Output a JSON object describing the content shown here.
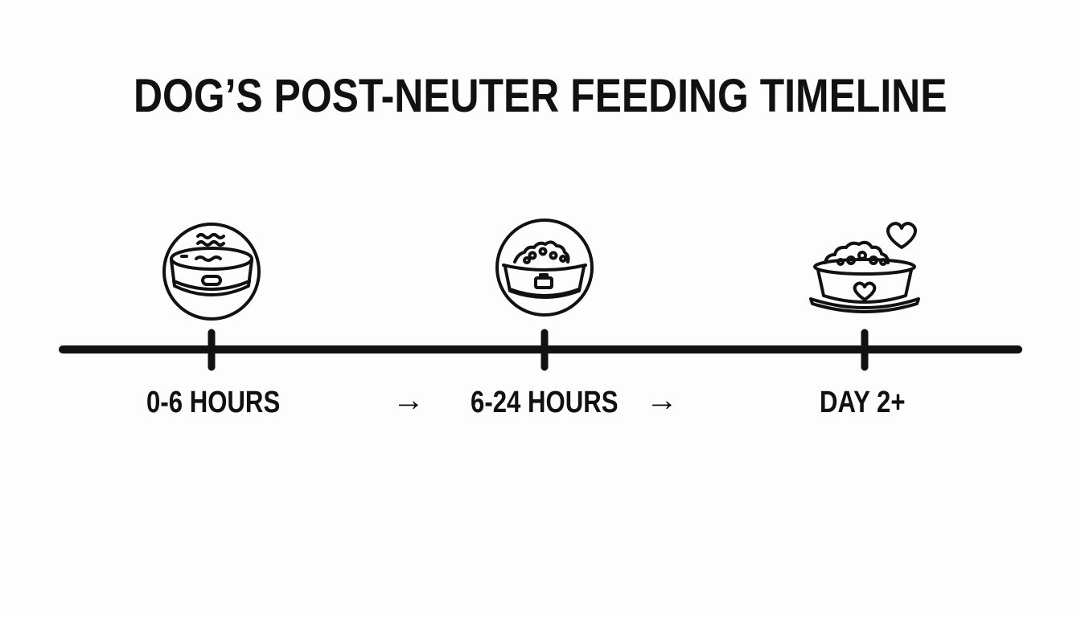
{
  "title": "DOG’S POST-NEUTER FEEDING TIMELINE",
  "stages": [
    {
      "label": "0-6 HOURS",
      "icon": "water-bowl-icon"
    },
    {
      "label": "6-24 HOURS",
      "icon": "small-food-bowl-icon"
    },
    {
      "label": "DAY 2+",
      "icon": "full-food-bowl-heart-icon"
    }
  ],
  "arrows": [
    "→",
    "→"
  ],
  "colors": {
    "ink": "#111111",
    "background": "#fdfdfd"
  }
}
